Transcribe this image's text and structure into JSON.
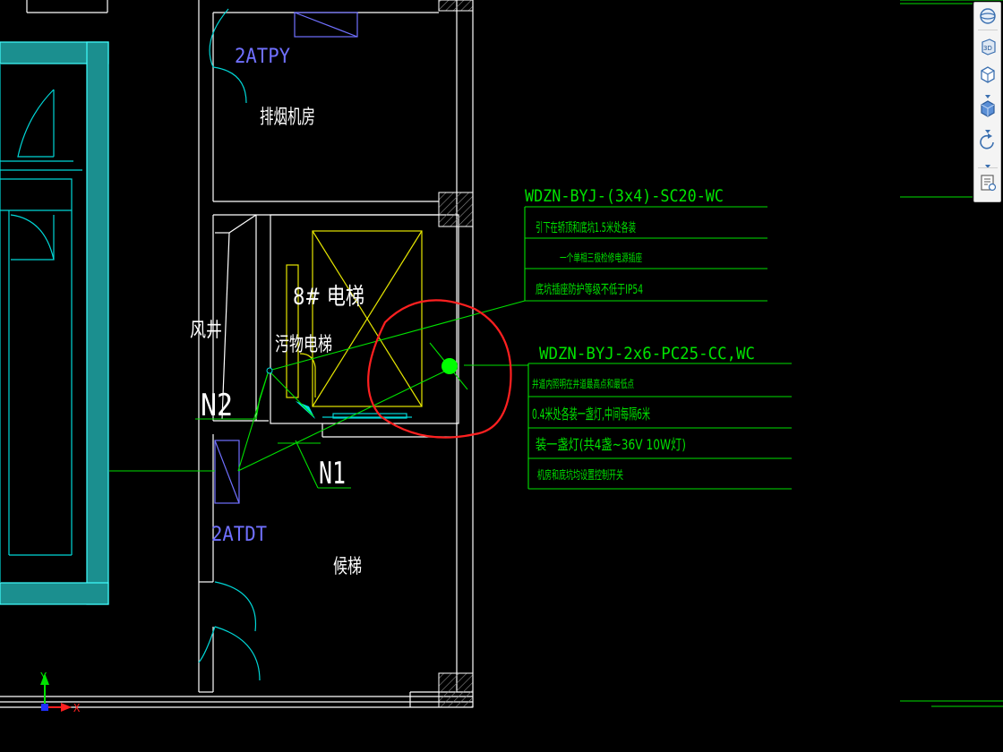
{
  "labels": {
    "room_panel_top": "2ATPY",
    "room_smoke_exhaust": "排烟机房",
    "elevator_8": "8# 电梯",
    "elevator_dirty": "污物电梯",
    "air_shaft": "风井",
    "node_n2": "N2",
    "node_n1": "N1",
    "room_panel_bottom": "2ATDT",
    "stair_waiting": "候梯"
  },
  "callout_top": {
    "header": "WDZN-BYJ-(3x4)-SC20-WC",
    "lines": [
      "引下在轿顶和底坑1.5米处各装",
      "一个单相三极检修电源插座",
      "底坑插座防护等级不低于IP54"
    ]
  },
  "callout_bottom": {
    "header": "WDZN-BYJ-2x6-PC25-CC,WC",
    "lines": [
      "井道内照明在井道最高点和最低点",
      "0.4米处各装一盏灯,中间每隔6米",
      "装一盏灯(共4盏~36V 10W灯)",
      "机房和底坑均设置控制开关"
    ]
  },
  "ucs": {
    "y_label": "Y",
    "x_label": "X"
  },
  "toolbar": {
    "items": [
      {
        "name": "orbit-button",
        "icon": "orbit-icon"
      },
      {
        "name": "3d-view-button",
        "icon": "3d-view-icon"
      },
      {
        "name": "view-cube-button",
        "icon": "view-cube-icon"
      },
      {
        "name": "visual-style-button",
        "icon": "visual-style-icon"
      },
      {
        "name": "regen-button",
        "icon": "regen-icon"
      },
      {
        "name": "properties-button",
        "icon": "properties-icon"
      }
    ]
  },
  "colors": {
    "background": "#000000",
    "wall": "#ffffff",
    "cyan": "#00d7d7",
    "green": "#00e100",
    "yellow": "#e6e600",
    "blue_label": "#7070ff",
    "red_markup": "#ff2020",
    "hatch": "#8a8a8a"
  }
}
